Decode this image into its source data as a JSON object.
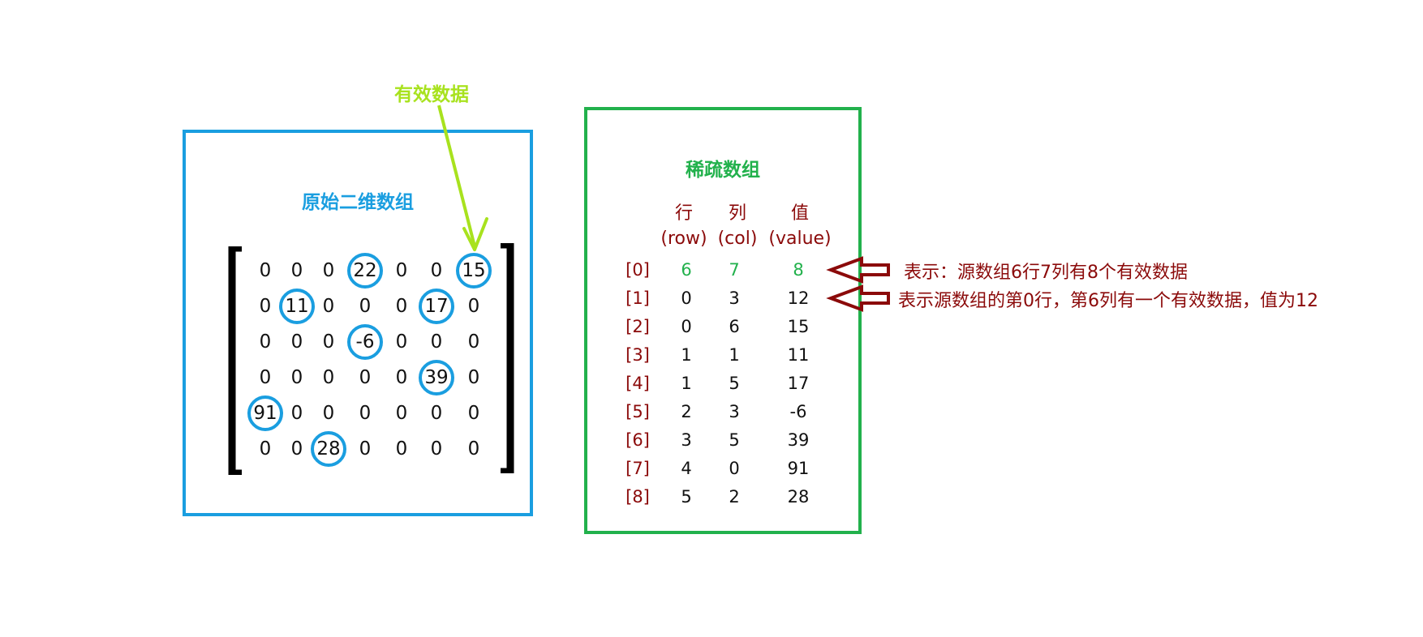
{
  "annotations": {
    "valid_data_label": "有效数据",
    "valid_data_color": "#a8e21e"
  },
  "original": {
    "title": "原始二维数组",
    "accent": "#1a9ee0",
    "matrix": [
      [
        "0",
        "0",
        "0",
        "22",
        "0",
        "0",
        "15"
      ],
      [
        "0",
        "11",
        "0",
        "0",
        "0",
        "17",
        "0"
      ],
      [
        "0",
        "0",
        "0",
        "-6",
        "0",
        "0",
        "0"
      ],
      [
        "0",
        "0",
        "0",
        "0",
        "0",
        "39",
        "0"
      ],
      [
        "91",
        "0",
        "0",
        "0",
        "0",
        "0",
        "0"
      ],
      [
        "0",
        "0",
        "28",
        "0",
        "0",
        "0",
        "0"
      ]
    ],
    "circled": [
      [
        0,
        3
      ],
      [
        0,
        6
      ],
      [
        1,
        1
      ],
      [
        1,
        5
      ],
      [
        2,
        3
      ],
      [
        3,
        5
      ],
      [
        4,
        0
      ],
      [
        5,
        2
      ]
    ]
  },
  "sparse": {
    "title": "稀疏数组",
    "accent": "#22b14c",
    "headers": [
      {
        "cn": "行",
        "en": "(row)"
      },
      {
        "cn": "列",
        "en": "(col)"
      },
      {
        "cn": "值",
        "en": "(value)"
      }
    ],
    "rows": [
      {
        "index": "[0]",
        "row": "6",
        "col": "7",
        "value": "8"
      },
      {
        "index": "[1]",
        "row": "0",
        "col": "3",
        "value": "12"
      },
      {
        "index": "[2]",
        "row": "0",
        "col": "6",
        "value": "15"
      },
      {
        "index": "[3]",
        "row": "1",
        "col": "1",
        "value": "11"
      },
      {
        "index": "[4]",
        "row": "1",
        "col": "5",
        "value": "17"
      },
      {
        "index": "[5]",
        "row": "2",
        "col": "3",
        "value": "-6"
      },
      {
        "index": "[6]",
        "row": "3",
        "col": "5",
        "value": "39"
      },
      {
        "index": "[7]",
        "row": "4",
        "col": "0",
        "value": "91"
      },
      {
        "index": "[8]",
        "row": "5",
        "col": "2",
        "value": "28"
      }
    ]
  },
  "notes": {
    "note1": "表示：源数组6行7列有8个有效数据",
    "note2": "表示源数组的第0行，第6列有一个有效数据，值为12",
    "color": "#8b0a0a"
  }
}
